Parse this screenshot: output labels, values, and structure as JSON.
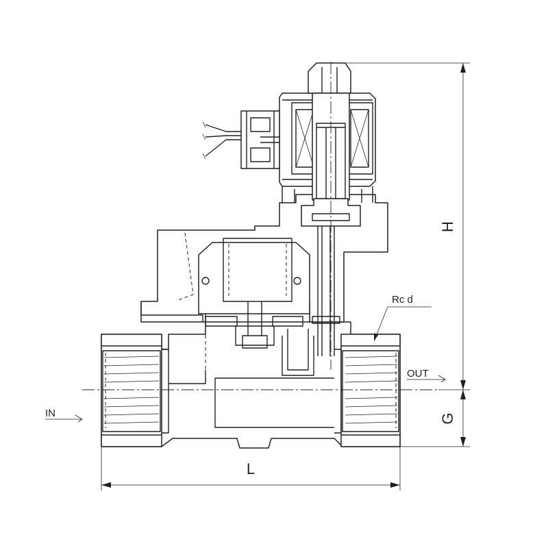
{
  "labels": {
    "height": "H",
    "length": "L",
    "center_height": "G",
    "inlet": "IN",
    "outlet": "OUT",
    "port_thread": "Rc d"
  },
  "colors": {
    "line": "#231f20",
    "background": "#ffffff"
  }
}
